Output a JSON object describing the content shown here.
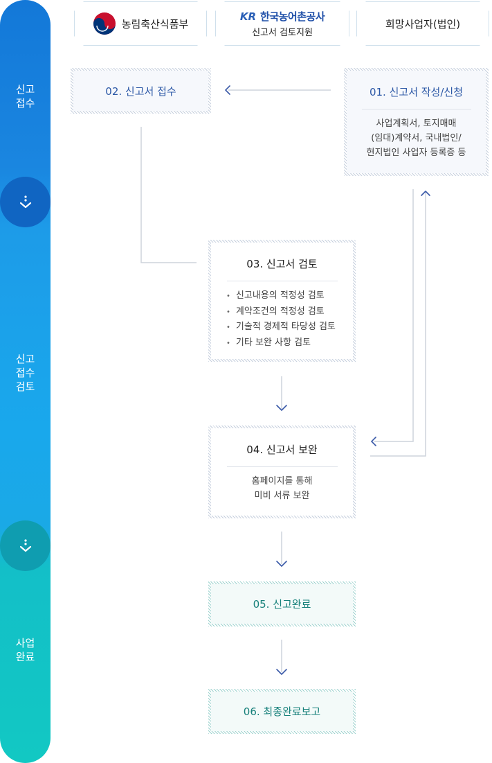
{
  "stages": [
    {
      "label_lines": [
        "신고",
        "접수"
      ]
    },
    {
      "label_lines": [
        "신고",
        "접수",
        "검토"
      ]
    },
    {
      "label_lines": [
        "사업",
        "완료"
      ]
    }
  ],
  "orgs": {
    "ministry": {
      "name": "농림축산식품부"
    },
    "krc": {
      "logo_text": "한국농어촌공사",
      "logo_mark": "KR",
      "role": "신고서 검토지원"
    },
    "applicant": {
      "name": "희망사업자(법인)"
    }
  },
  "steps": {
    "s01": {
      "title": "01. 신고서 작성/신청",
      "desc_lines": [
        "사업계획서, 토지매매",
        "(임대)계약서, 국내법인/",
        "현지법인 사업자 등록증 등"
      ]
    },
    "s02": {
      "title": "02. 신고서 접수"
    },
    "s03": {
      "title": "03. 신고서 검토",
      "bullets": [
        "신고내용의 적정성 검토",
        "계약조건의 적정성 검토",
        "기술적 경제적 타당성 검토",
        "기타 보완 사항 검토"
      ]
    },
    "s04": {
      "title": "04. 신고서 보완",
      "desc_lines": [
        "홈페이지를 통해",
        "미비 서류 보완"
      ]
    },
    "s05": {
      "title": "05. 신고완료"
    },
    "s06": {
      "title": "06. 최종완료보고"
    }
  },
  "colors": {
    "stage_blue": "#1378d8",
    "stage_teal": "#12c8c3",
    "title_blue": "#2c58a6",
    "title_teal": "#16807a",
    "arrow": "#3b5aa8"
  }
}
